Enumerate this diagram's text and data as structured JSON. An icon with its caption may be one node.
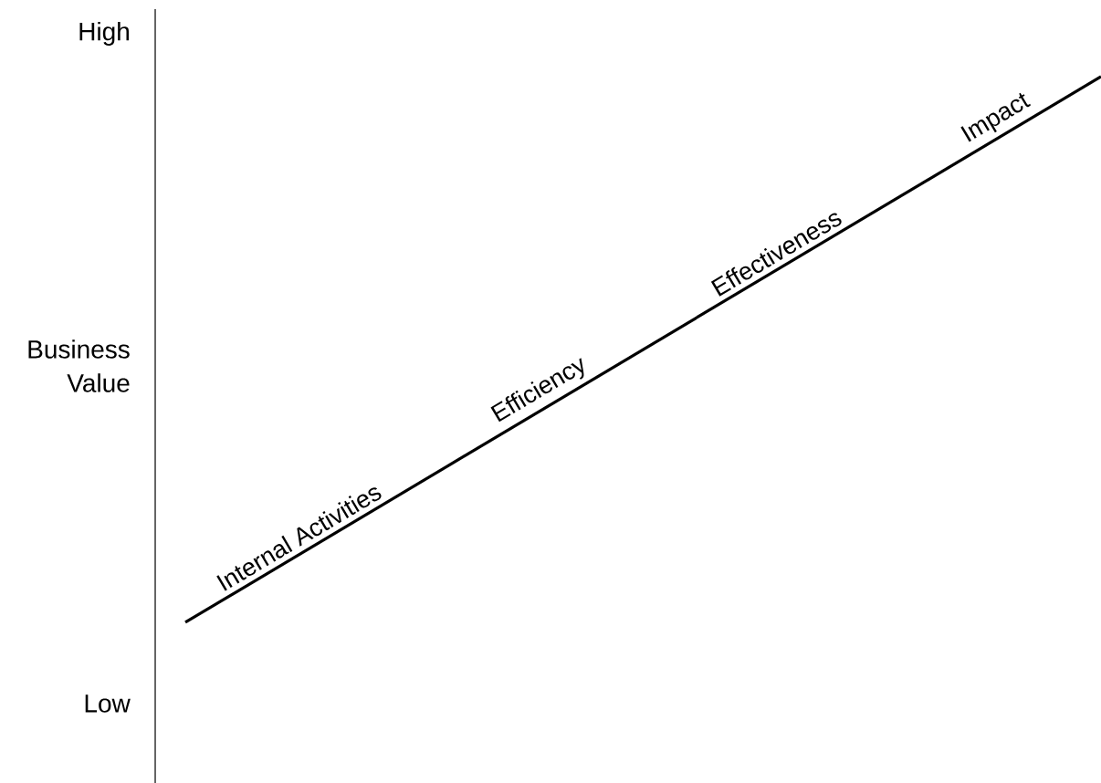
{
  "diagram": {
    "labels": [
      "High",
      "Business Value",
      "Internal Activities",
      "Efficiency",
      "Effectiveness",
      "Impact",
      "Low"
    ]
  }
}
